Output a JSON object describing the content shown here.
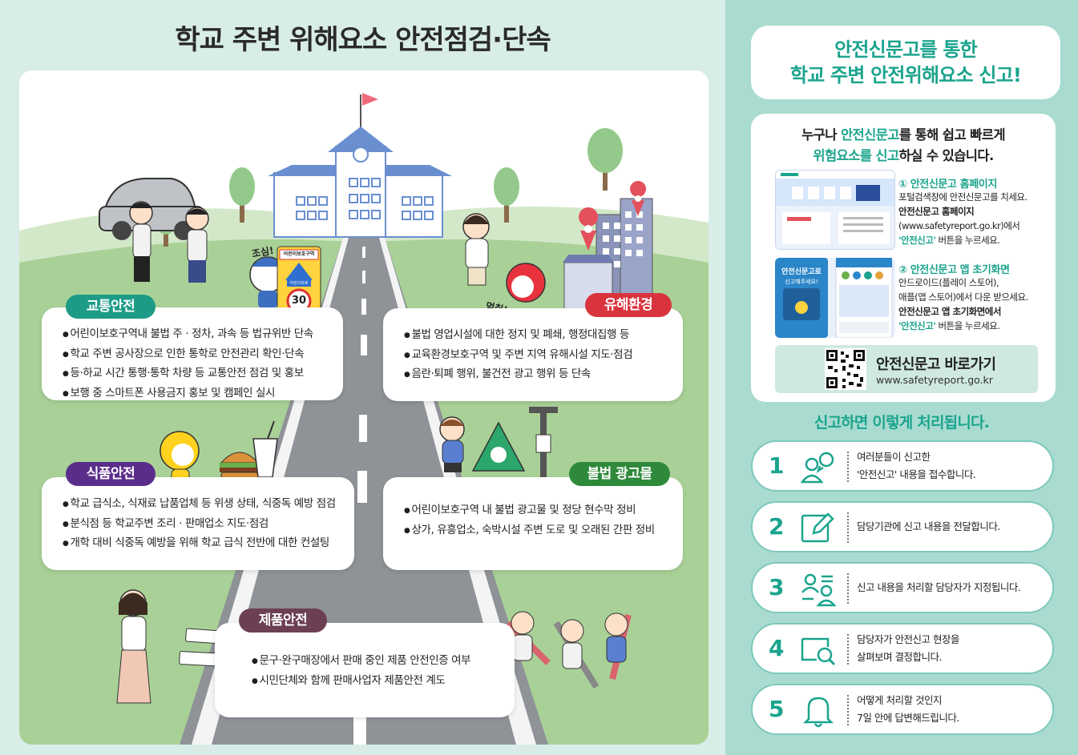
{
  "main_title": "학교 주변 위해요소 안전점검·단속",
  "scene_labels": {
    "careful": "조심!",
    "stop": "멈춰!",
    "sign_zone": "어린이보호구역",
    "sign_sub": "어린이보호",
    "speed_limit": "30"
  },
  "categories": [
    {
      "label": "교통안전",
      "color": "#1c9c87",
      "items": [
        "어린이보호구역내 불법 주 · 정차, 과속 등 법규위반 단속",
        "학교 주변 공사장으로 인한 통학로 안전관리 확인·단속",
        "등·하교 시간 통행·통학 차량 등 교통안전 점검 및 홍보",
        "보행 중 스마트폰 사용금지 홍보 및 캠페인 실시"
      ]
    },
    {
      "label": "유해환경",
      "color": "#d9343e",
      "items": [
        "불법 영업시설에 대한 정지 및 폐쇄, 행정대집행 등",
        "교육환경보호구역 및 주변 지역 유해시설 지도·점검",
        "음란·퇴폐 행위, 불건전 광고 행위 등 단속"
      ]
    },
    {
      "label": "식품안전",
      "color": "#5a2d8a",
      "items": [
        "학교 급식소, 식재료 납품업체 등 위생 상태, 식중독 예방 점검",
        "분식점 등 학교주변 조리 · 판매업소 지도·점검",
        "개학 대비 식중독 예방을 위해 학교 급식 전반에 대한 컨설팅"
      ]
    },
    {
      "label": "불법 광고물",
      "color": "#2e8a3a",
      "items": [
        "어린이보호구역 내 불법 광고물 및 정당 현수막 정비",
        "상가, 유흥업소, 숙박시설 주변 도로 및 오래된 간판 정비"
      ]
    },
    {
      "label": "제품안전",
      "color": "#6c3f52",
      "items": [
        "문구·완구매장에서 판매 중인 제품 안전인증 여부",
        "시민단체와 함께 판매사업자 제품안전 계도"
      ]
    }
  ],
  "right": {
    "title_line1": "안전신문고를 통한",
    "title_line2": "학교 주변 안전위해요소 신고!",
    "intro": {
      "l1_pre": "누구나 ",
      "l1_hl": "안전신문고",
      "l1_post": "를 통해 쉽고 빠르게",
      "l2_hl": "위험요소를 신고",
      "l2_post": "하실 수 있습니다."
    },
    "way1": {
      "title": "① 안전신문고 홈페이지",
      "l1": "포털검색창에 안전신문고를 치세요.",
      "l2": "안전신문고 홈페이지",
      "l3": "(www.safetyreport.go.kr)에서",
      "l4_g": "'안전신고'",
      "l4": " 버튼을 누르세요."
    },
    "way2": {
      "title": "② 안전신문고 앱 초기화면",
      "l1": "안드로이드(플레이 스토어),",
      "l2": "애플(앱 스토어)에서 다운 받으세요.",
      "l3": "안전신문고 앱 초기화면에서",
      "l4_g": "'안전신고'",
      "l4": " 버튼을 누르세요."
    },
    "app_text1": "안전신문고로",
    "app_text2": "신고해주세요!",
    "shortcut_title": "안전신문고 바로가기",
    "shortcut_url": "www.safetyreport.go.kr",
    "process_title": "신고하면 이렇게 처리됩니다.",
    "steps": [
      {
        "num": "1",
        "icon": "people-icon",
        "lines": [
          "여러분들이 신고한",
          "'안전신고' 내용을 접수합니다."
        ]
      },
      {
        "num": "2",
        "icon": "edit-icon",
        "lines": [
          "담당기관에 신고 내용을 전달합니다."
        ]
      },
      {
        "num": "3",
        "icon": "assign-icon",
        "lines": [
          "신고 내용을 처리할 담당자가 지정됩니다."
        ]
      },
      {
        "num": "4",
        "icon": "inspect-icon",
        "lines": [
          "담당자가 안전신고 현장을",
          "살펴보며 결정합니다."
        ]
      },
      {
        "num": "5",
        "icon": "bell-icon",
        "lines": [
          "어떻게 처리할 것인지",
          "7일 안에 답변해드립니다."
        ]
      }
    ],
    "accent": "#1ba48d"
  }
}
